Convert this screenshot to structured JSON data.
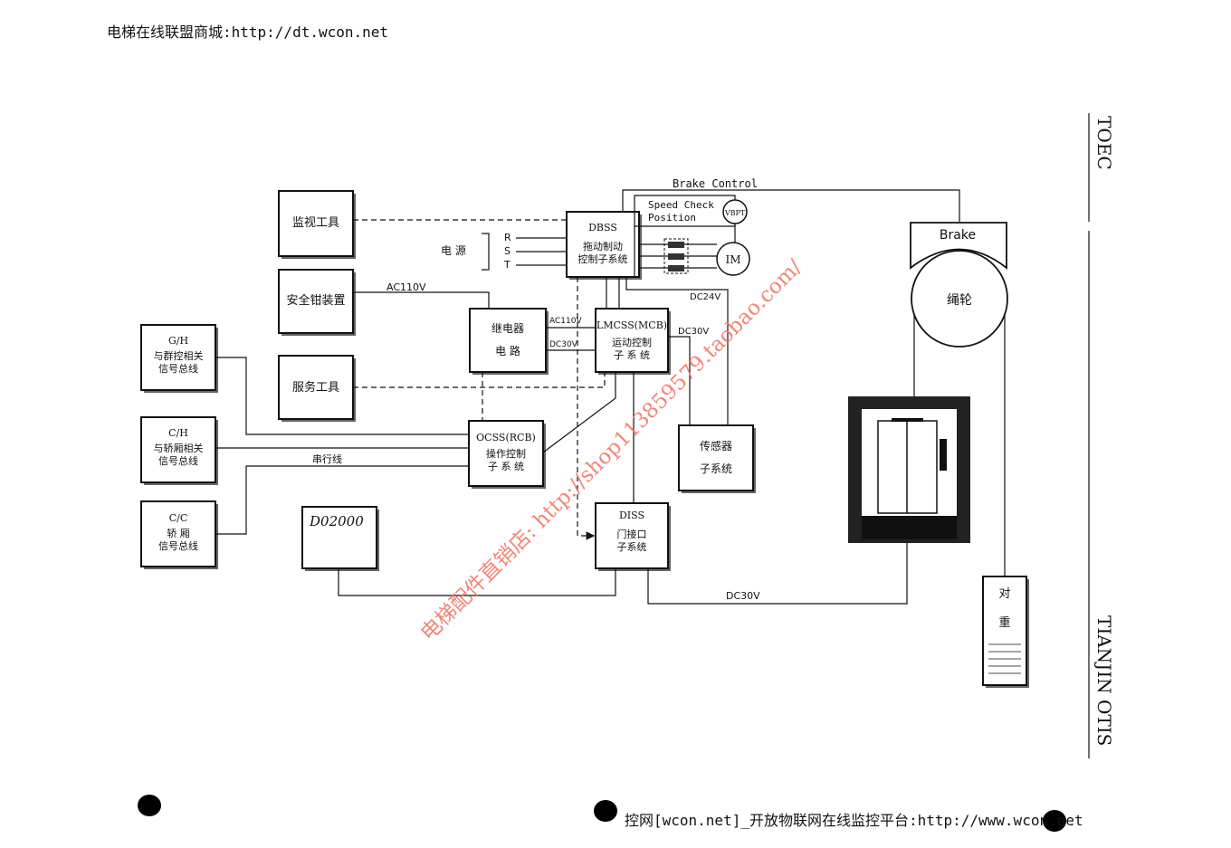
{
  "header": {
    "text": "电梯在线联盟商城:http://dt.wcon.net"
  },
  "footer": {
    "text": "控网[wcon.net]_开放物联网在线监控平台:http://www.wcon.net"
  },
  "side_labels": {
    "top": "TOEC",
    "bottom": "TIANJIN  OTIS"
  },
  "watermark": "电梯配件直销店: http://shop113859579.taobao.com/",
  "boxes": {
    "monitor_tool": [
      "监视工具"
    ],
    "safety_lock": [
      "安全钳装置"
    ],
    "service_tool": [
      "服务工具"
    ],
    "gh": [
      "G/H",
      "与群控相关",
      "信号总线"
    ],
    "ch": [
      "C/H",
      "与轿厢相关",
      "信号总线"
    ],
    "cc": [
      "C/C",
      "轿    厢",
      "信号总线"
    ],
    "d02000": [
      "D02000"
    ],
    "relay": [
      "继电器",
      "电  路"
    ],
    "dbss": [
      "DBSS",
      "拖动制动",
      "控制子系统"
    ],
    "lmcss": [
      "LMCSS(MCB)",
      "运动控制",
      "子 系 统"
    ],
    "ocss": [
      "OCSS(RCB)",
      "操作控制",
      "子 系 统"
    ],
    "diss": [
      "DISS",
      "门接口",
      "子系统"
    ],
    "sensor": [
      "传感器",
      "子系统"
    ],
    "counterweight": [
      "对",
      "重"
    ]
  },
  "labels": {
    "power": "电    源",
    "r": "R",
    "s": "S",
    "t": "T",
    "ac110v_top": "AC110V",
    "ac110v_mid": "AC110V",
    "dc30v_mid": "DC30V",
    "dc30v_right": "DC30V",
    "dc24v": "DC24V",
    "dc30v_bottom": "DC30V",
    "serial": "串行线",
    "brake_control": "Brake Control",
    "speed_check": "Speed Check",
    "position": "Position",
    "vbpt": "VBPT",
    "motor": "IM",
    "brake": "Brake",
    "sheave": "绳轮"
  }
}
